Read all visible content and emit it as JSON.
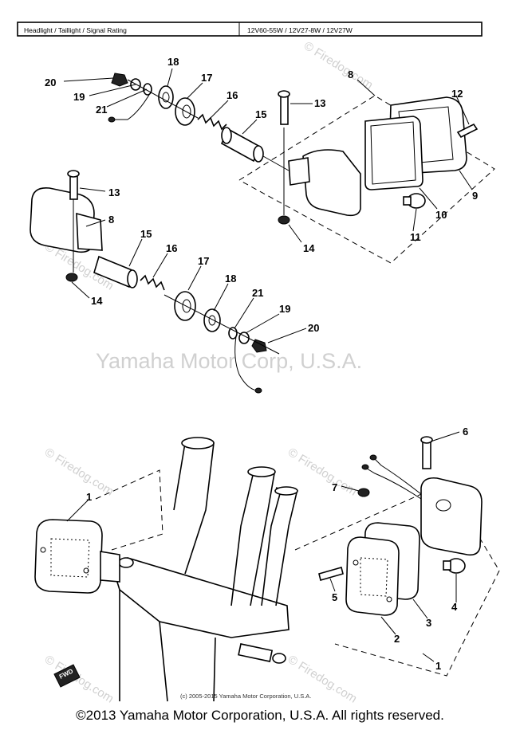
{
  "header": {
    "rating_label": "Headlight / Taillight / Signal Rating",
    "rating_values": "12V60-55W / 12V27-8W / 12V27W"
  },
  "watermarks": {
    "center": "Yamaha Motor Corp, U.S.A.",
    "site": "© Firedog.com"
  },
  "bottom_credit": "(c) 2005-2015 Yamaha Motor Corporation, U.S.A.",
  "fwd_arrow_label": "FWD",
  "footer": "©2013 Yamaha Motor Corporation, U.S.A. All rights reserved.",
  "callouts": {
    "c1a": "1",
    "c1b": "1",
    "c2": "2",
    "c3": "3",
    "c4": "4",
    "c5": "5",
    "c6": "6",
    "c7": "7",
    "c8a": "8",
    "c8b": "8",
    "c9": "9",
    "c10": "10",
    "c11": "11",
    "c12": "12",
    "c13a": "13",
    "c13b": "13",
    "c14a": "14",
    "c14b": "14",
    "c15a": "15",
    "c15b": "15",
    "c16a": "16",
    "c16b": "16",
    "c17a": "17",
    "c17b": "17",
    "c18a": "18",
    "c18b": "18",
    "c19a": "19",
    "c19b": "19",
    "c20a": "20",
    "c20b": "20",
    "c21a": "21",
    "c21b": "21"
  }
}
